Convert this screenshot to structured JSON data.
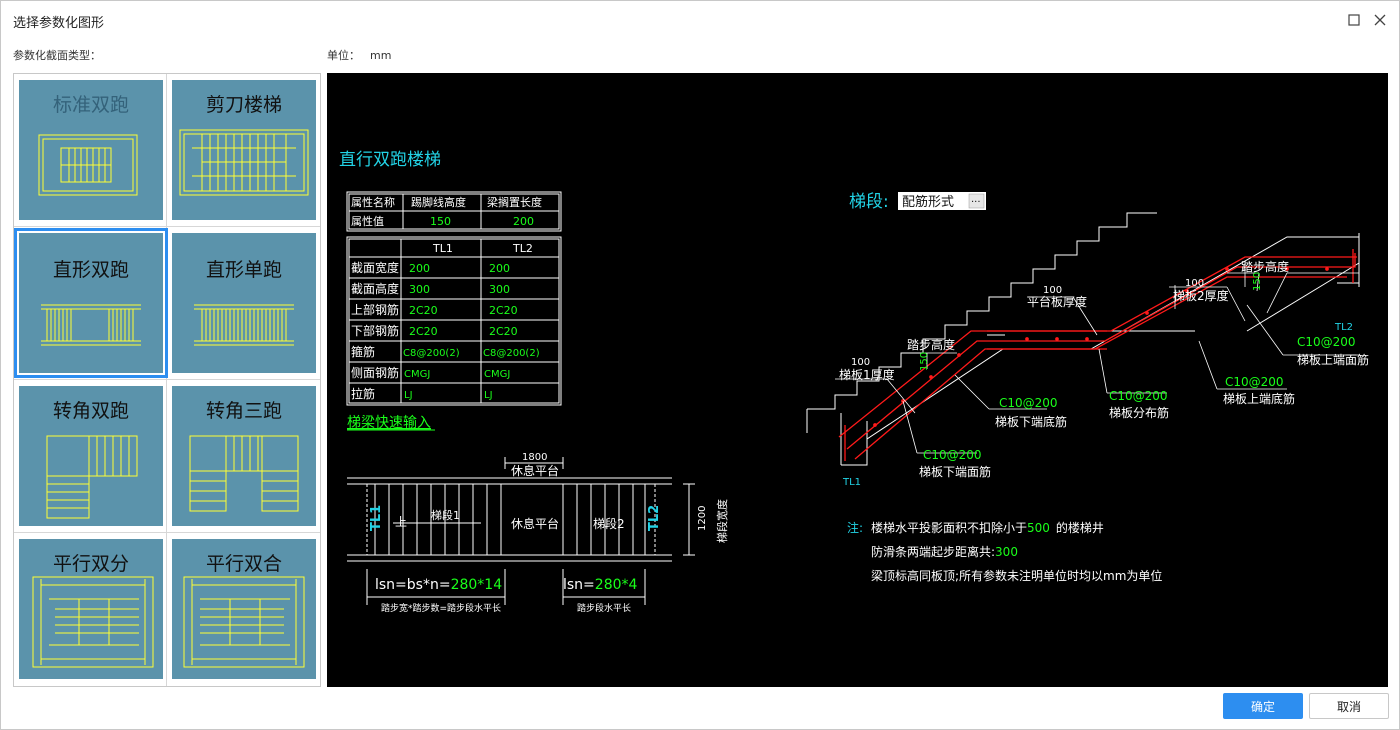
{
  "window": {
    "title": "选择参数化图形"
  },
  "labels": {
    "section_type": "参数化截面类型：",
    "unit_label": "单位：",
    "unit_value": "mm"
  },
  "thumbnails": [
    {
      "name": "标准双跑",
      "selected": false
    },
    {
      "name": "剪刀楼梯",
      "selected": false
    },
    {
      "name": "直形双跑",
      "selected": true
    },
    {
      "name": "直形单跑",
      "selected": false
    },
    {
      "name": "转角双跑",
      "selected": false
    },
    {
      "name": "转角三跑",
      "selected": false
    },
    {
      "name": "平行双分",
      "selected": false
    },
    {
      "name": "平行双合",
      "selected": false
    }
  ],
  "preview": {
    "heading": "直行双跑楼梯",
    "attr_table": {
      "headers": [
        "属性名称",
        "踢脚线高度",
        "梁搁置长度"
      ],
      "row_label": "属性值",
      "values": [
        "150",
        "200"
      ]
    },
    "beam_table": {
      "headers": [
        "",
        "TL1",
        "TL2"
      ],
      "rows": [
        {
          "label": "截面宽度",
          "tl1": "200",
          "tl2": "200"
        },
        {
          "label": "截面高度",
          "tl1": "300",
          "tl2": "300"
        },
        {
          "label": "上部钢筋",
          "tl1": "2C20",
          "tl2": "2C20"
        },
        {
          "label": "下部钢筋",
          "tl1": "2C20",
          "tl2": "2C20"
        },
        {
          "label": "箍筋",
          "tl1": "C8@200(2)",
          "tl2": "C8@200(2)"
        },
        {
          "label": "侧面钢筋",
          "tl1": "CMGJ",
          "tl2": "CMGJ"
        },
        {
          "label": "拉筋",
          "tl1": "LJ",
          "tl2": "LJ"
        }
      ]
    },
    "quick_input_link": "梯梁快速输入",
    "plan": {
      "dim_top": "1800",
      "platform_top": "休息平台",
      "run1": "梯段1",
      "platform_mid": "休息平台",
      "run2": "梯段2",
      "up_label": "上",
      "tl1": "TL1",
      "tl2": "TL2",
      "width_dim": "1200",
      "width_label": "梯段宽度",
      "formula1_prefix": "lsn=bs*n=",
      "formula1_value": "280*14",
      "formula2_prefix": "lsn=",
      "formula2_value": "280*4",
      "caption1": "踏步宽*踏步数=踏步段水平长",
      "caption2": "踏步段水平长"
    },
    "section": {
      "segment_label": "梯段:",
      "segment_select": "配筋形式",
      "segment_more": "···",
      "step_height_top": "踏步高度",
      "dim_150_top": "150",
      "dim_100_top": "100",
      "board2_thickness": "梯板2厚度",
      "tl2": "TL2",
      "dim_100_platform": "100",
      "platform_thickness": "平台板厚度",
      "c10_top_right": "C10@200",
      "board_top_face": "梯板上端面筋",
      "step_height_left": "踏步高度",
      "dim_150_left": "150",
      "dim_100_left": "100",
      "board1_thickness": "梯板1厚度",
      "c10_dist": "C10@200",
      "board_dist": "梯板分布筋",
      "c10_top_bottom": "C10@200",
      "board_top_bottom": "梯板上端底筋",
      "c10_low_bottom": "C10@200",
      "board_low_bottom": "梯板下端底筋",
      "c10_low_face": "C10@200",
      "board_low_face": "梯板下端面筋",
      "tl1": "TL1"
    },
    "notes": {
      "note_label": "注:",
      "line1_a": "楼梯水平投影面积不扣除小于",
      "line1_num": "500",
      "line1_b": "的楼梯井",
      "line2_a": "防滑条两端起步距离共:",
      "line2_num": "300",
      "line3": "梁顶标高同板顶;所有参数未注明单位时均以mm为单位"
    }
  },
  "buttons": {
    "ok": "确定",
    "cancel": "取消"
  },
  "colors": {
    "accent": "#2d8ef0",
    "thumb_bg": "#5b93ab",
    "cad_yellow": "#ffff33",
    "cad_green": "#1aff1a",
    "cad_cyan": "#22d3e6",
    "cad_red": "#ff1a1a"
  }
}
